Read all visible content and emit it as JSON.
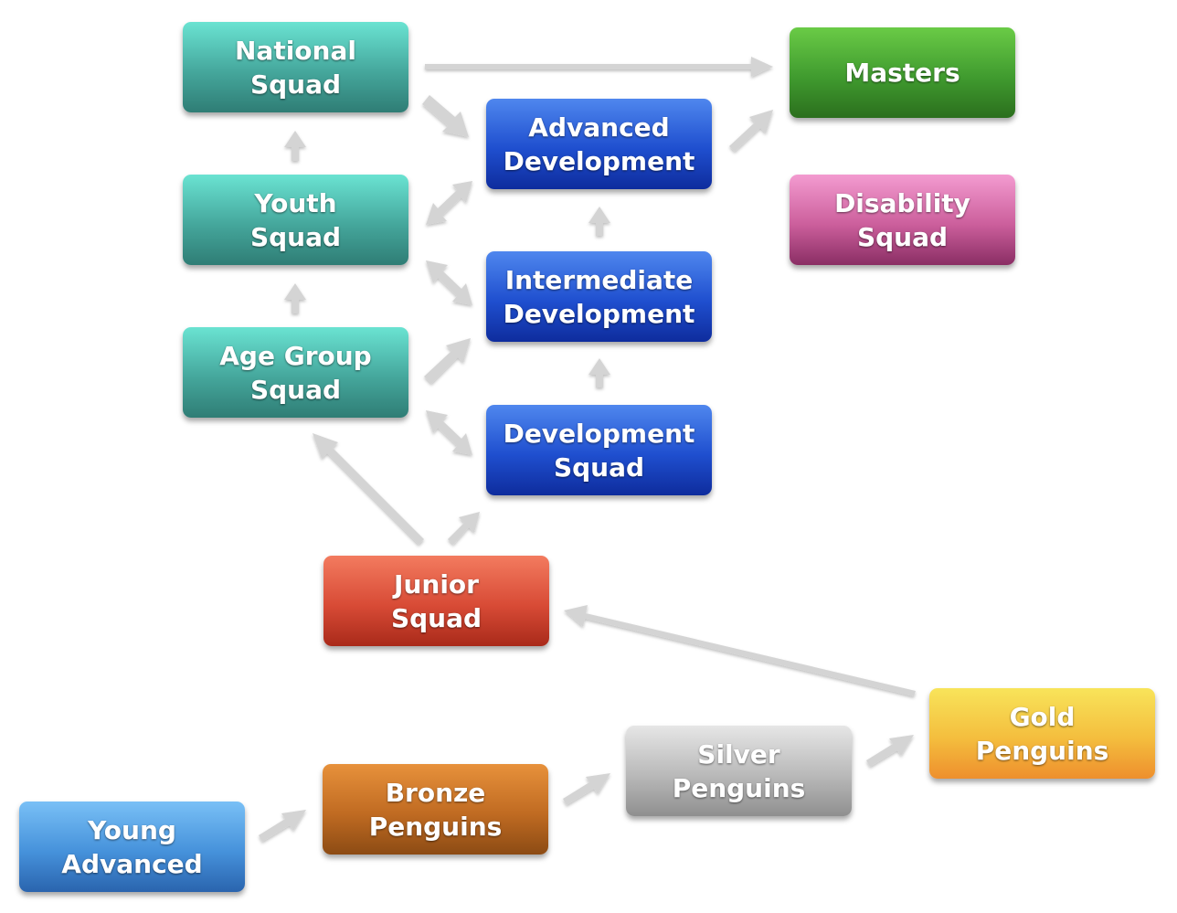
{
  "nodes": {
    "national": {
      "label": "National\nSquad"
    },
    "masters": {
      "label": "Masters"
    },
    "advanced_dev": {
      "label": "Advanced\nDevelopment"
    },
    "youth": {
      "label": "Youth\nSquad"
    },
    "disability": {
      "label": "Disability\nSquad"
    },
    "intermediate_dev": {
      "label": "Intermediate\nDevelopment"
    },
    "age_group": {
      "label": "Age Group\nSquad"
    },
    "development": {
      "label": "Development\nSquad"
    },
    "junior": {
      "label": "Junior\nSquad"
    },
    "gold": {
      "label": "Gold\nPenguins"
    },
    "silver": {
      "label": "Silver\nPenguins"
    },
    "bronze": {
      "label": "Bronze Penguins"
    },
    "young_advanced": {
      "label": "Young Advanced"
    }
  },
  "edges": [
    {
      "from": "national",
      "to": "masters",
      "direction": "forward"
    },
    {
      "from": "national",
      "to": "advanced_dev",
      "direction": "forward"
    },
    {
      "from": "advanced_dev",
      "to": "masters",
      "direction": "forward"
    },
    {
      "from": "youth",
      "to": "national",
      "direction": "forward"
    },
    {
      "from": "youth",
      "to": "advanced_dev",
      "direction": "both"
    },
    {
      "from": "youth",
      "to": "intermediate_dev",
      "direction": "both"
    },
    {
      "from": "intermediate_dev",
      "to": "advanced_dev",
      "direction": "forward"
    },
    {
      "from": "age_group",
      "to": "youth",
      "direction": "forward"
    },
    {
      "from": "age_group",
      "to": "intermediate_dev",
      "direction": "forward"
    },
    {
      "from": "age_group",
      "to": "development",
      "direction": "both"
    },
    {
      "from": "development",
      "to": "intermediate_dev",
      "direction": "forward"
    },
    {
      "from": "junior",
      "to": "age_group",
      "direction": "forward"
    },
    {
      "from": "junior",
      "to": "development",
      "direction": "forward"
    },
    {
      "from": "gold",
      "to": "junior",
      "direction": "forward"
    },
    {
      "from": "silver",
      "to": "gold",
      "direction": "forward"
    },
    {
      "from": "bronze",
      "to": "silver",
      "direction": "forward"
    },
    {
      "from": "young_advanced",
      "to": "bronze",
      "direction": "forward"
    }
  ],
  "colors": {
    "teal": "#45a79c",
    "blue": "#1f4fcf",
    "green": "#409b2f",
    "pink": "#cc5f9c",
    "red": "#d84b36",
    "gold": "#f4be3e",
    "silver": "#b9b9b9",
    "bronze": "#c06b22",
    "light_blue": "#4692db",
    "arrow": "#d4d4d4"
  }
}
